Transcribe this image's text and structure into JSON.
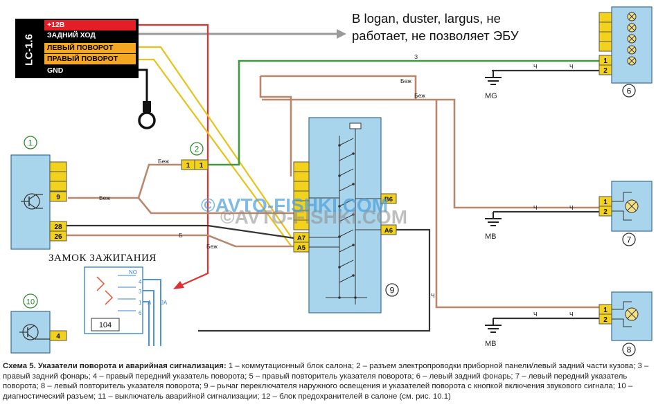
{
  "annotation": "В logan, duster, largus, не работает, не позволяет ЭБУ",
  "lc_module": {
    "title": "LC-1.6",
    "rows": [
      "+12В",
      "ЗАДНИЙ ХОД",
      "ЛЕВЫЙ ПОВОРОТ",
      "ПРАВЫЙ ПОВОРОТ",
      "GND"
    ]
  },
  "ignition_lock_title": "ЗАМОК ЗАЖИГАНИЯ",
  "ignition_switch": {
    "box_label": "104",
    "terminal_no": "NO",
    "terminals": [
      "4",
      "3",
      "1",
      "6"
    ],
    "out_a": "A",
    "out_ja": "JA"
  },
  "component_numbers": [
    "1",
    "2",
    "6",
    "7",
    "8",
    "9",
    "10"
  ],
  "pins": {
    "block1": [
      "9",
      "28",
      "26"
    ],
    "conn2": [
      "1",
      "1"
    ],
    "block10": [
      "4"
    ],
    "unit9_left": [
      "A7",
      "A5"
    ],
    "unit9_right": [
      "B6",
      "A6"
    ],
    "lamp6": [
      "1",
      "2"
    ],
    "lamp7": [
      "1",
      "2"
    ],
    "lamp8": [
      "1",
      "2"
    ]
  },
  "wire_labels": {
    "bezh": "Беж",
    "b": "Б",
    "z": "З",
    "ch": "Ч"
  },
  "grounds": [
    "MG",
    "MB",
    "MB"
  ],
  "watermark": "©AVTO-FISHKI.COM",
  "caption": {
    "title": "Схема 5. Указатели поворота и аварийная сигнализация:",
    "text": " 1 – коммутационный блок салона; 2 – разъем электропроводки приборной панели/левый задний части кузова; 3 – правый задний фонарь; 4 – правый передний указатель поворота; 5 – правый повторитель указателя поворота; 6 – левый задний фонарь; 7 – левый передний указатель поворота; 8 – левый повторитель указателя поворота; 9 – рычаг переключателя наружного освещения и указателей поворота с кнопкой включения звукового сигнала; 10 – диагностический разъем; 11 – выключатель аварийной сигнализации; 12 – блок предохранителей в салоне (см. рис. 10.1)"
  },
  "colors": {
    "component_fill": "#a8d4ec",
    "component_stroke": "#3a6f9a",
    "connector_yellow": "#f2d21c",
    "wire_beige": "#b9876b",
    "wire_green": "#3e9a3e",
    "wire_red": "#e03030",
    "wire_yellow": "#e8c21a",
    "wire_gray": "#9a9a9a",
    "wire_black": "#333333",
    "wire_blue": "#3a86d6",
    "lc_red": "#e31e24",
    "lc_orange": "#f5a623",
    "lc_black": "#000000"
  }
}
